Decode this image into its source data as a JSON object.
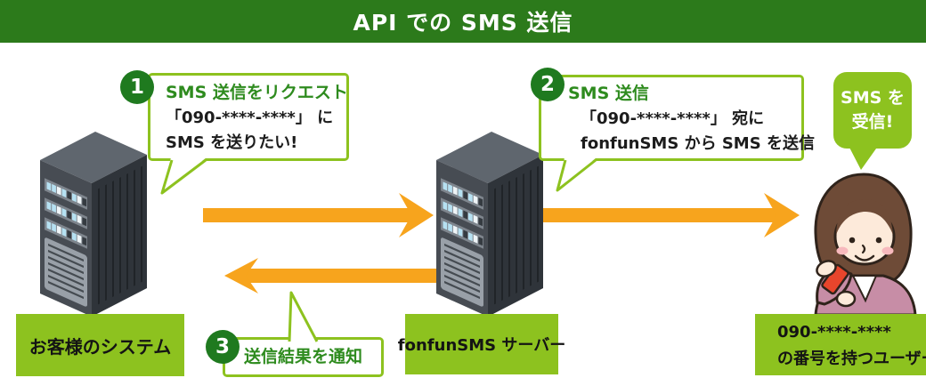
{
  "header": {
    "title": "API での SMS 送信"
  },
  "steps": [
    {
      "number": "1",
      "title": "SMS 送信をリクエスト",
      "lines": [
        "「090-****-****」 に",
        "SMS を送りたい!"
      ]
    },
    {
      "number": "2",
      "title": "SMS 送信",
      "lines": [
        "「090-****-****」 宛に",
        "fonfunSMS から SMS を送信"
      ]
    },
    {
      "number": "3",
      "title": "送信結果を通知",
      "lines": []
    }
  ],
  "receive_bubble": {
    "lines": [
      "SMS を",
      "受信!"
    ]
  },
  "nodes": [
    {
      "label": "お客様のシステム",
      "icon": "server-icon"
    },
    {
      "label": "fonfunSMS サーバー",
      "icon": "server-icon"
    },
    {
      "label_lines": [
        "090-****-****",
        "の番号を持つユーザー"
      ],
      "icon": "woman-with-phone-icon"
    }
  ],
  "colors": {
    "header_green": "#2c7a1b",
    "badge_green": "#1f7a1f",
    "accent_green": "#8dc21f",
    "title_text_green": "#2e8b1e",
    "arrow_orange": "#f7a41d",
    "text_black": "#1c1c1c"
  }
}
